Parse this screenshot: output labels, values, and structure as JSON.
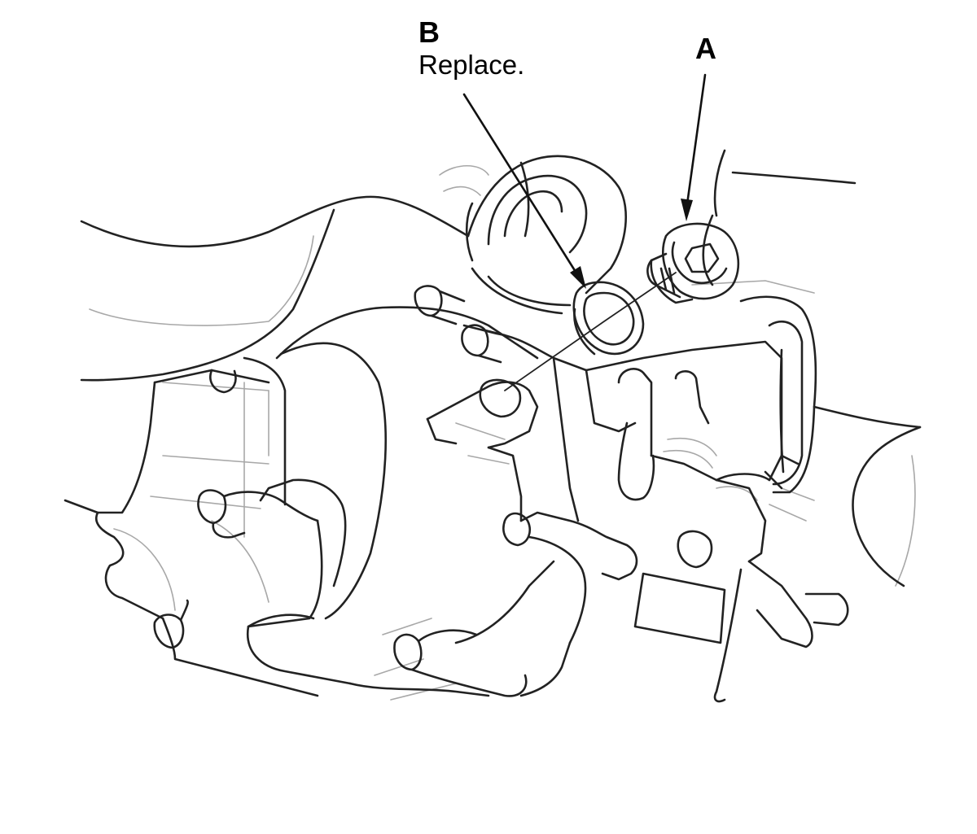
{
  "callouts": {
    "a": {
      "letter": "A"
    },
    "b": {
      "letter": "B",
      "note": "Replace."
    }
  },
  "parts": {
    "a": "flange-bolt",
    "b": "sealing-washer"
  },
  "colors": {
    "line": "#222222",
    "faint_line": "#a8a8a8",
    "background": "#ffffff"
  }
}
